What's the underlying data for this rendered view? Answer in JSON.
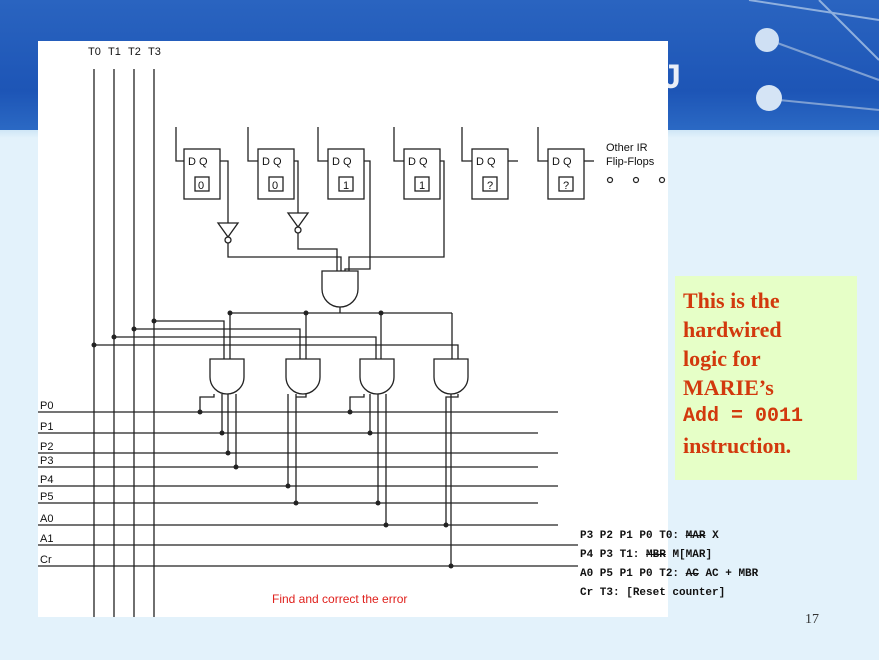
{
  "slide": {
    "banner_ghost_letter": "J",
    "page_number": "17",
    "colors": {
      "banner": "#1d55b6",
      "callout_bg": "#e6ffc7",
      "callout_text": "#d2390d",
      "error_text": "#e0201c"
    }
  },
  "diagram": {
    "timing_labels": [
      "T0",
      "T1",
      "T2",
      "T3"
    ],
    "input_labels": [
      "P0",
      "P1",
      "P2",
      "P3",
      "P4",
      "P5",
      "A0",
      "A1",
      "Cr"
    ],
    "flipflops": [
      {
        "label": "D Q",
        "value": "0"
      },
      {
        "label": "D Q",
        "value": "0"
      },
      {
        "label": "D Q",
        "value": "1"
      },
      {
        "label": "D Q",
        "value": "1"
      },
      {
        "label": "D Q",
        "value": "?"
      },
      {
        "label": "D Q",
        "value": "?"
      }
    ],
    "other_ir_line1": "Other IR",
    "other_ir_line2": "Flip-Flops",
    "error_note": "Find and correct the error"
  },
  "callout": {
    "line1": "This is the",
    "line2": "hardwired",
    "line3": "logic for",
    "line4": "MARIE’s",
    "line5": "Add = 0011",
    "line6": "instruction."
  },
  "rtl": [
    {
      "sig": "P3 P2 P1 P0 T0:",
      "strike": "MAR",
      "rest": "X"
    },
    {
      "sig": "P4 P3 T1:",
      "strike": "MBR",
      "rest": "M[MAR]"
    },
    {
      "sig": "A0 P5 P1 P0 T2:",
      "strike": "AC",
      "rest": "AC + MBR"
    },
    {
      "sig": "Cr T3:",
      "strike": "",
      "rest": "[Reset counter]"
    }
  ]
}
